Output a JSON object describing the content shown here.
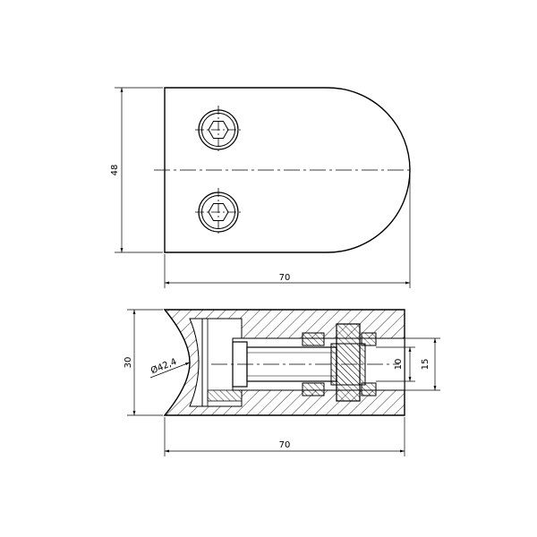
{
  "drawing": {
    "top_view": {
      "width_label": "48",
      "length_label": "70"
    },
    "section_view": {
      "height_label": "30",
      "diameter_label": "Ø42,4",
      "length_label": "70",
      "bore_inner_label": "10",
      "bore_outer_label": "15"
    }
  },
  "colors": {
    "line": "#000000",
    "background": "#ffffff"
  },
  "icons": {
    "screw_head": "hex-socket-icon"
  }
}
